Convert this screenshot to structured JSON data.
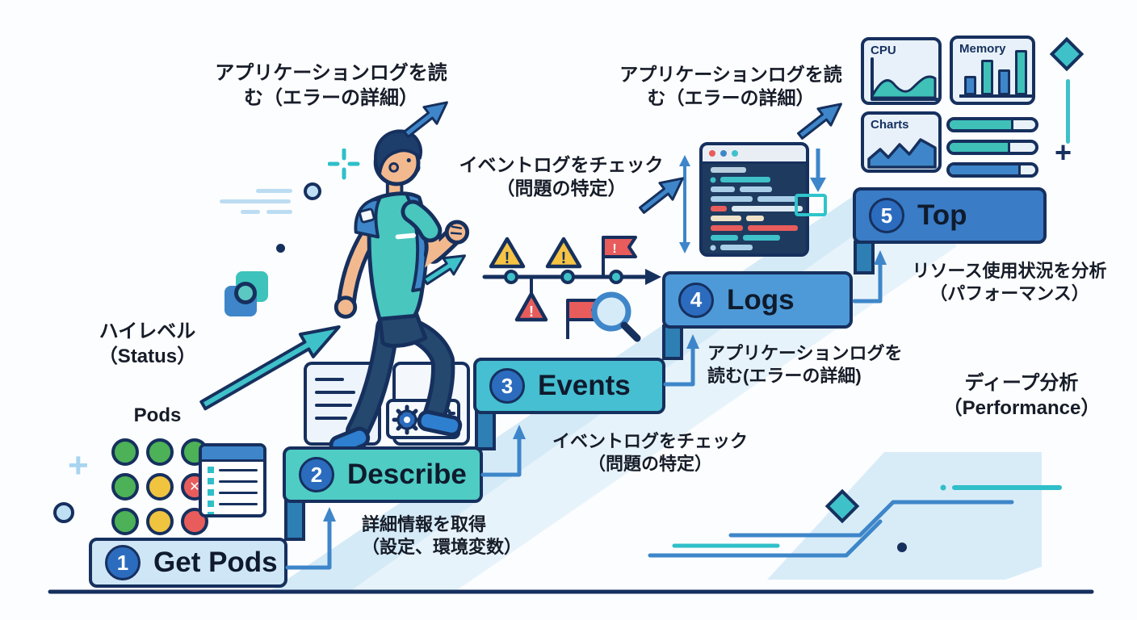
{
  "colors": {
    "navy": "#16305e",
    "blue": "#3e86c9",
    "teal": "#3fc1c9",
    "yellow": "#f6c344",
    "red": "#e85c5c",
    "green": "#4cb157",
    "step1_bg": "#cfe6f7",
    "step2_bg": "#4fccc4",
    "step3_bg": "#45bfd1",
    "step4_bg": "#4e9ad8",
    "step5_bg": "#3a7cc6"
  },
  "steps": [
    {
      "num": "1",
      "label": "Get Pods"
    },
    {
      "num": "2",
      "label": "Describe"
    },
    {
      "num": "3",
      "label": "Events"
    },
    {
      "num": "4",
      "label": "Logs"
    },
    {
      "num": "5",
      "label": "Top"
    }
  ],
  "step_annotations": [
    {
      "text": "詳細情報を取得\n（設定、環境変数）"
    },
    {
      "text": "イベントログをチェック\n（問題の特定）"
    },
    {
      "text": "アプリケーションログを\n読む(エラーの詳細)"
    },
    {
      "text": "リソース使用状況を分析\n（パフォーマンス）"
    }
  ],
  "callouts": {
    "top_left": "アプリケーションログを読\nむ（エラーの詳細）",
    "top_middle": "イベントログをチェック\n（問題の特定）",
    "top_right": "アプリケーションログを読\nむ（エラーの詳細）",
    "high_level": "ハイレベル\n（Status）",
    "deep_analysis": "ディープ分析\n（Performance）"
  },
  "pods": {
    "label": "Pods",
    "grid": [
      [
        "green",
        "green",
        "green"
      ],
      [
        "green",
        "yellow",
        "red-x"
      ],
      [
        "green",
        "yellow",
        "red"
      ]
    ]
  },
  "dashboard": {
    "cpu_label": "CPU",
    "memory_label": "Memory",
    "charts_label": "Charts",
    "memory_bars": [
      {
        "height": 24,
        "color": "blue"
      },
      {
        "height": 44,
        "color": "teal"
      },
      {
        "height": 32,
        "color": "blue"
      },
      {
        "height": 56,
        "color": "teal"
      }
    ],
    "progress_bars": [
      {
        "value": 72,
        "color": "teal"
      },
      {
        "value": 68,
        "color": "teal"
      },
      {
        "value": 80,
        "color": "blue"
      }
    ]
  }
}
